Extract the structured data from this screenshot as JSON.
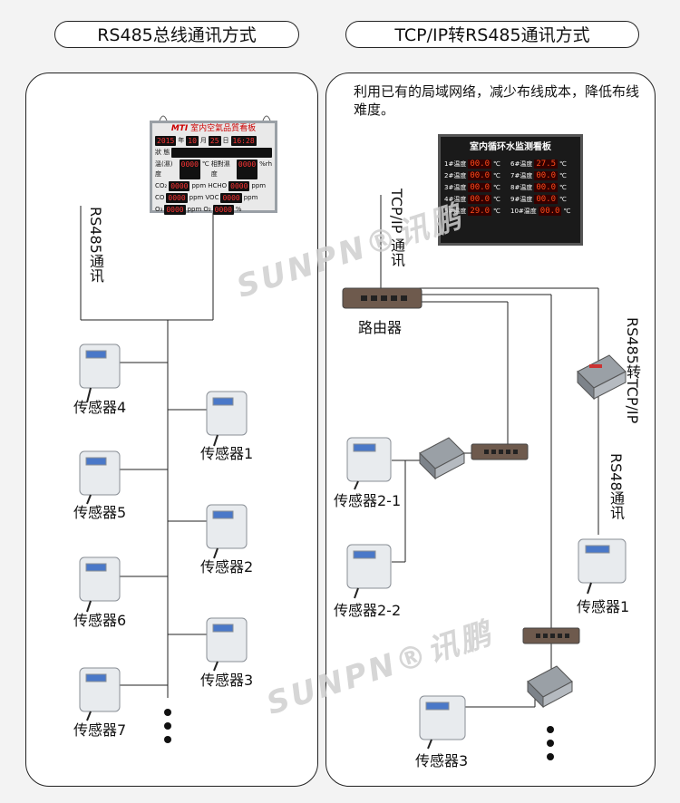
{
  "headers": {
    "left": "RS485总线通讯方式",
    "right": "TCP/IP转RS485通讯方式"
  },
  "left_panel": {
    "bus_label": "RS485通讯",
    "board": {
      "title": "室内空氣品質看板",
      "brand": "MTI",
      "year": "2015",
      "year_unit": "年",
      "month": "10",
      "month_unit": "月",
      "day": "25",
      "day_unit": "日",
      "time": "16:28",
      "status_label": "狀 態",
      "rows": [
        {
          "l_label": "溫(濕)度",
          "l_val": "0000",
          "l_unit": "℃",
          "r_label": "相對濕度",
          "r_val": "0000",
          "r_unit": "%rh"
        },
        {
          "l_label": "CO₂",
          "l_val": "0000",
          "l_unit": "ppm",
          "r_label": "HCHO",
          "r_val": "0000",
          "r_unit": "ppm"
        },
        {
          "l_label": "CO",
          "l_val": "0000",
          "l_unit": "ppm",
          "r_label": "VOC",
          "r_val": "0000",
          "r_unit": "ppm"
        },
        {
          "l_label": "O₃",
          "l_val": "0000",
          "l_unit": "ppm",
          "r_label": "O₂",
          "r_val": "0000",
          "r_unit": "%"
        }
      ]
    },
    "sensors": [
      "传感器4",
      "传感器1",
      "传感器5",
      "传感器2",
      "传感器6",
      "传感器3",
      "传感器7"
    ]
  },
  "right_panel": {
    "note": "利用已有的局域网络，减少布线成本，降低布线难度。",
    "tcp_label": "TCP/IP 通讯",
    "converter_label": "RS485转TCP/IP",
    "rs48_label": "RS48通讯",
    "router_label": "路由器",
    "board": {
      "title": "室内循环水监测看板",
      "cells": [
        {
          "label": "1#温度",
          "value": "00.0",
          "unit": "℃"
        },
        {
          "label": "6#温度",
          "value": "27.5",
          "unit": "℃"
        },
        {
          "label": "2#温度",
          "value": "00.0",
          "unit": "℃"
        },
        {
          "label": "7#温度",
          "value": "00.0",
          "unit": "℃"
        },
        {
          "label": "3#温度",
          "value": "00.0",
          "unit": "℃"
        },
        {
          "label": "8#温度",
          "value": "00.0",
          "unit": "℃"
        },
        {
          "label": "4#温度",
          "value": "00.0",
          "unit": "℃"
        },
        {
          "label": "9#温度",
          "value": "00.0",
          "unit": "℃"
        },
        {
          "label": "5#温度",
          "value": "29.0",
          "unit": "℃"
        },
        {
          "label": "10#温度",
          "value": "00.0",
          "unit": "℃"
        }
      ]
    },
    "sensors": [
      "传感器2-1",
      "传感器2-2",
      "传感器1",
      "传感器3"
    ]
  },
  "watermark": "SUNPN®讯鹏",
  "colors": {
    "line": "#222222",
    "led": "#ff3322",
    "panel_border": "#222222"
  }
}
